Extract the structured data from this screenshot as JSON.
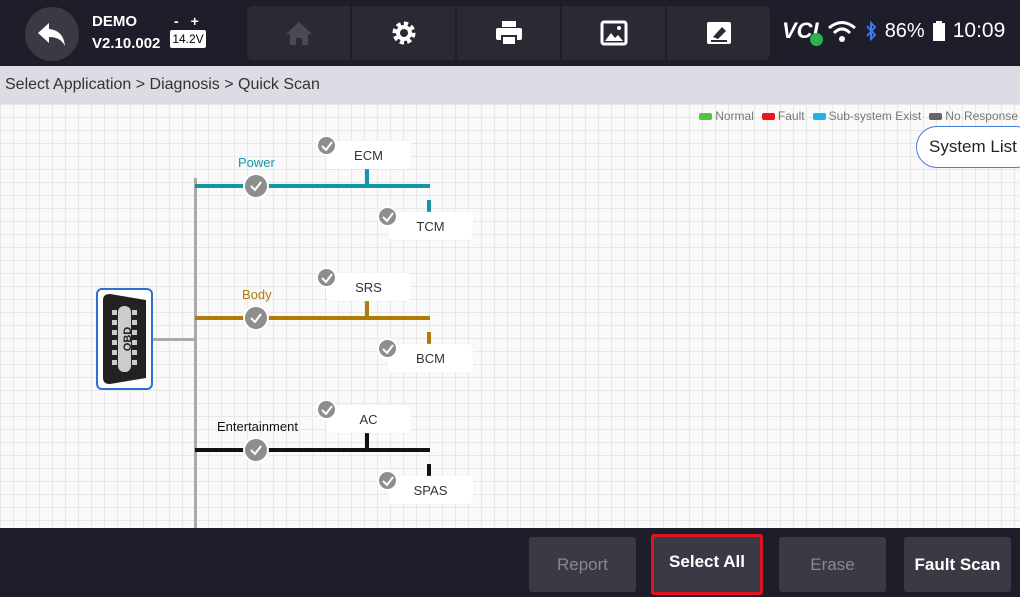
{
  "header": {
    "mode": "DEMO",
    "version": "V2.10.002",
    "voltage": "14.2V",
    "battery_percent": "86%",
    "time": "10:09",
    "vci_label": "VCI",
    "tools": [
      {
        "icon": "home-icon",
        "enabled": false
      },
      {
        "icon": "gear-icon",
        "enabled": true
      },
      {
        "icon": "printer-icon",
        "enabled": true
      },
      {
        "icon": "image-icon",
        "enabled": true
      },
      {
        "icon": "eraser-icon",
        "enabled": true
      }
    ]
  },
  "breadcrumb": "Select Application > Diagnosis > Quick Scan",
  "legend": [
    {
      "label": "Normal",
      "color": "#4cc63c"
    },
    {
      "label": "Fault",
      "color": "#f0141e"
    },
    {
      "label": "Sub-system Exist",
      "color": "#1fb4e8"
    },
    {
      "label": "No Response",
      "color": "#666666"
    }
  ],
  "system_list_label": "System List",
  "obd_label": "OBD",
  "groups": [
    {
      "name": "Power",
      "color": "#1397a5",
      "modules": [
        "ECM",
        "TCM"
      ]
    },
    {
      "name": "Body",
      "color": "#b07b06",
      "modules": [
        "SRS",
        "BCM"
      ]
    },
    {
      "name": "Entertainment",
      "color": "#111111",
      "modules": [
        "AC",
        "SPAS"
      ]
    }
  ],
  "buttons": {
    "report": "Report",
    "select_all": "Select All",
    "erase": "Erase",
    "fault_scan": "Fault Scan"
  },
  "selected_button_color": "#e0141e"
}
